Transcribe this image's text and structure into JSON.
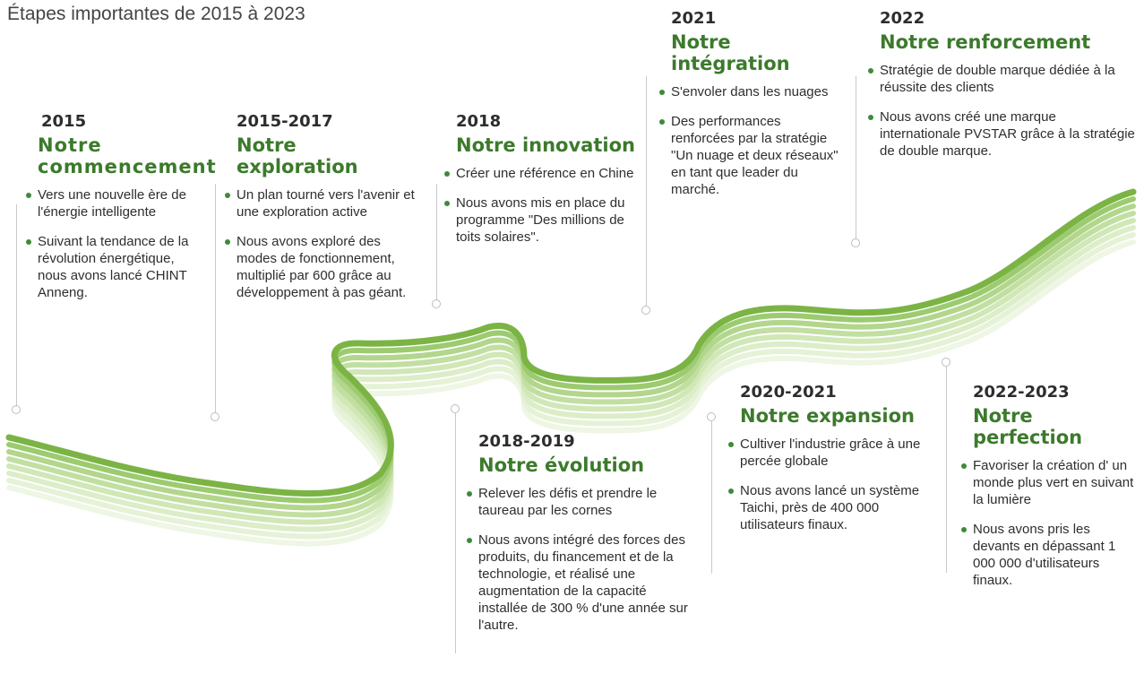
{
  "title": "Étapes importantes de 2015 à 2023",
  "accent_color": "#3c7a2c",
  "wave_colors": [
    "#6fa838",
    "#a9d07a",
    "#d6ebbd"
  ],
  "milestones": [
    {
      "year": "2015",
      "heading": "Notre commencement",
      "bullets": [
        "Vers une nouvelle ère de l'énergie intelligente",
        "Suivant la tendance de la révolution énergétique, nous avons lancé CHINT Anneng."
      ]
    },
    {
      "year": "2015-2017",
      "heading": "Notre exploration",
      "bullets": [
        "Un plan tourné vers l'avenir et une exploration active",
        "Nous avons exploré des modes de fonctionnement, multiplié par 600 grâce au développement à pas géant."
      ]
    },
    {
      "year": "2018",
      "heading": "Notre innovation",
      "bullets": [
        "Créer une référence en Chine",
        "Nous avons mis en place du programme \"Des millions de toits solaires\"."
      ]
    },
    {
      "year": "2018-2019",
      "heading": "Notre évolution",
      "bullets": [
        "Relever les défis et prendre le taureau par les cornes",
        "Nous avons intégré des forces des produits, du financement et de la technologie, et réalisé une augmentation de la capacité installée de 300 % d'une année sur l'autre."
      ]
    },
    {
      "year": "2021",
      "heading": "Notre intégration",
      "bullets": [
        "S'envoler dans les nuages",
        "Des performances renforcées par la stratégie \"Un nuage et deux réseaux\" en tant que leader du marché."
      ]
    },
    {
      "year": "2020-2021",
      "heading": "Notre expansion",
      "bullets": [
        "Cultiver l'industrie grâce à une percée globale",
        "Nous avons lancé un système Taichi, près de 400 000 utilisateurs finaux."
      ]
    },
    {
      "year": "2022",
      "heading": "Notre renforcement",
      "bullets": [
        "Stratégie de double marque dédiée à la réussite des clients",
        "Nous avons créé une marque internationale PVSTAR grâce à la stratégie de double marque."
      ]
    },
    {
      "year": "2022-2023",
      "heading": "Notre perfection",
      "bullets": [
        "Favoriser la création d' un monde plus vert en suivant la lumière",
        "Nous avons pris les devants en dépassant 1 000 000 d'utilisateurs finaux."
      ]
    }
  ]
}
